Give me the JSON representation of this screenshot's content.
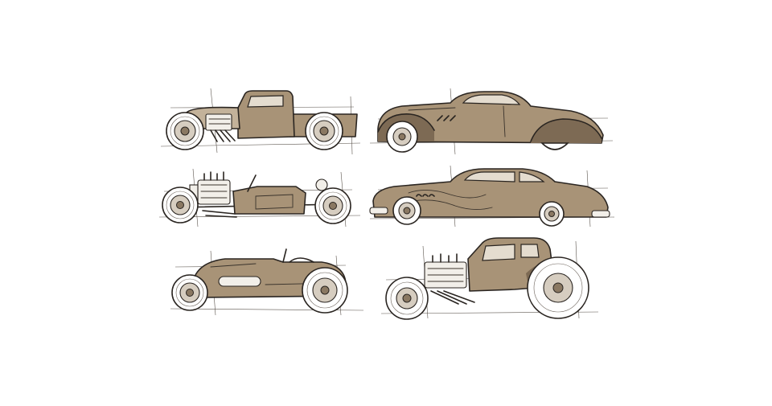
{
  "vehicles": [
    {
      "name": "pickup-hot-rod"
    },
    {
      "name": "fastback-coupe"
    },
    {
      "name": "t-bucket-roadster"
    },
    {
      "name": "lead-sled-custom"
    },
    {
      "name": "track-roadster"
    },
    {
      "name": "highboy-coupe"
    }
  ]
}
